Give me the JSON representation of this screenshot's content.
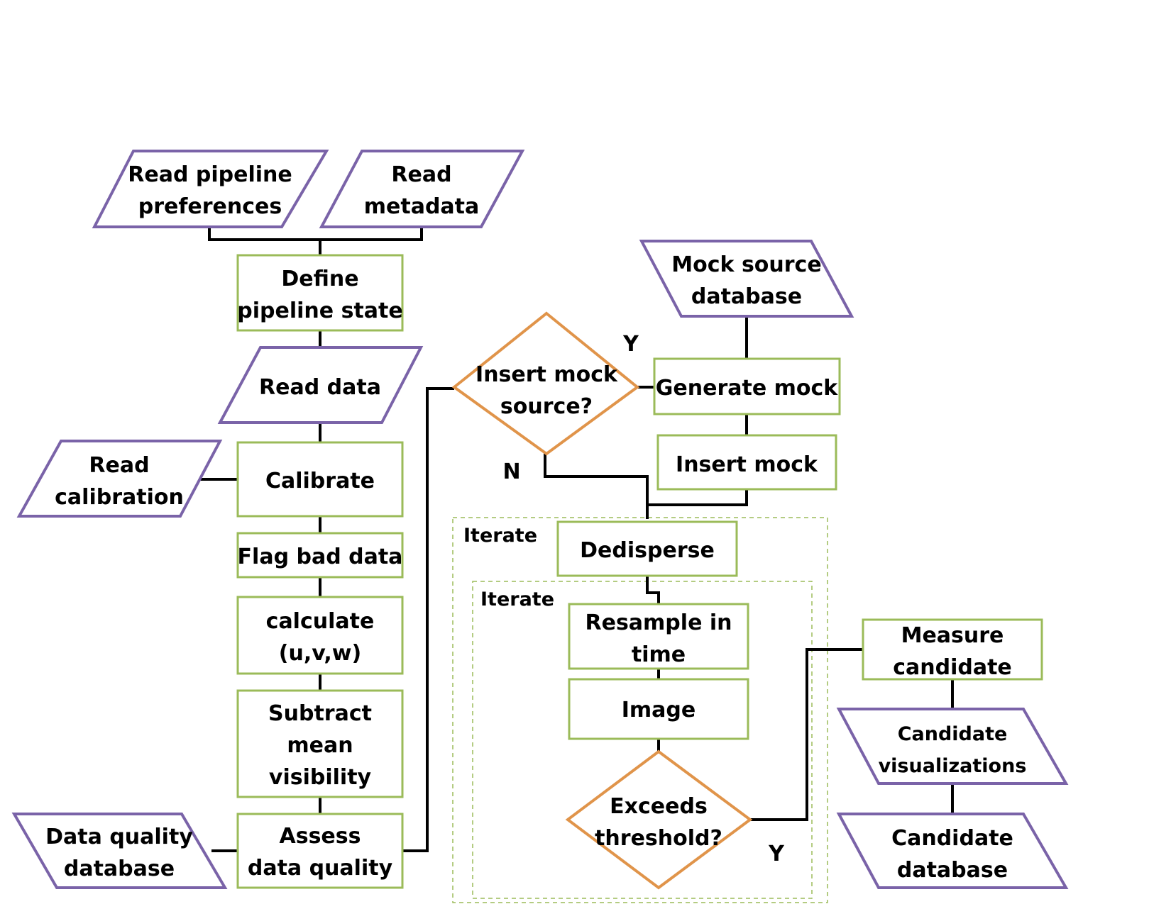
{
  "diagram": {
    "nodes": {
      "read_prefs": [
        "Read pipeline",
        "preferences"
      ],
      "read_meta": [
        "Read",
        "metadata"
      ],
      "define_state": [
        "Define",
        "pipeline state"
      ],
      "read_data": [
        "Read data"
      ],
      "read_calib": [
        "Read",
        "calibration"
      ],
      "calibrate": [
        "Calibrate"
      ],
      "flag": [
        "Flag bad data"
      ],
      "calc_uvw": [
        "calculate",
        "(u,v,w)"
      ],
      "subtract": [
        "Subtract",
        "mean",
        "visibility"
      ],
      "assess": [
        "Assess",
        "data quality"
      ],
      "dq_db": [
        "Data quality",
        "database"
      ],
      "insert_q": [
        "Insert mock",
        "source?"
      ],
      "mock_db": [
        "Mock source",
        "database"
      ],
      "gen_mock": [
        "Generate mock"
      ],
      "insert_mock": [
        "Insert mock"
      ],
      "dedisperse": [
        "Dedisperse"
      ],
      "resample": [
        "Resample in",
        "time"
      ],
      "image": [
        "Image"
      ],
      "exceeds": [
        "Exceeds",
        "threshold?"
      ],
      "measure": [
        "Measure",
        "candidate"
      ],
      "cand_vis": [
        "Candidate",
        "visualizations"
      ],
      "cand_db": [
        "Candidate",
        "database"
      ]
    },
    "labels": {
      "yes_mock": "Y",
      "no_mock": "N",
      "yes_threshold": "Y",
      "iterate_outer": "Iterate",
      "iterate_inner": "Iterate"
    }
  }
}
